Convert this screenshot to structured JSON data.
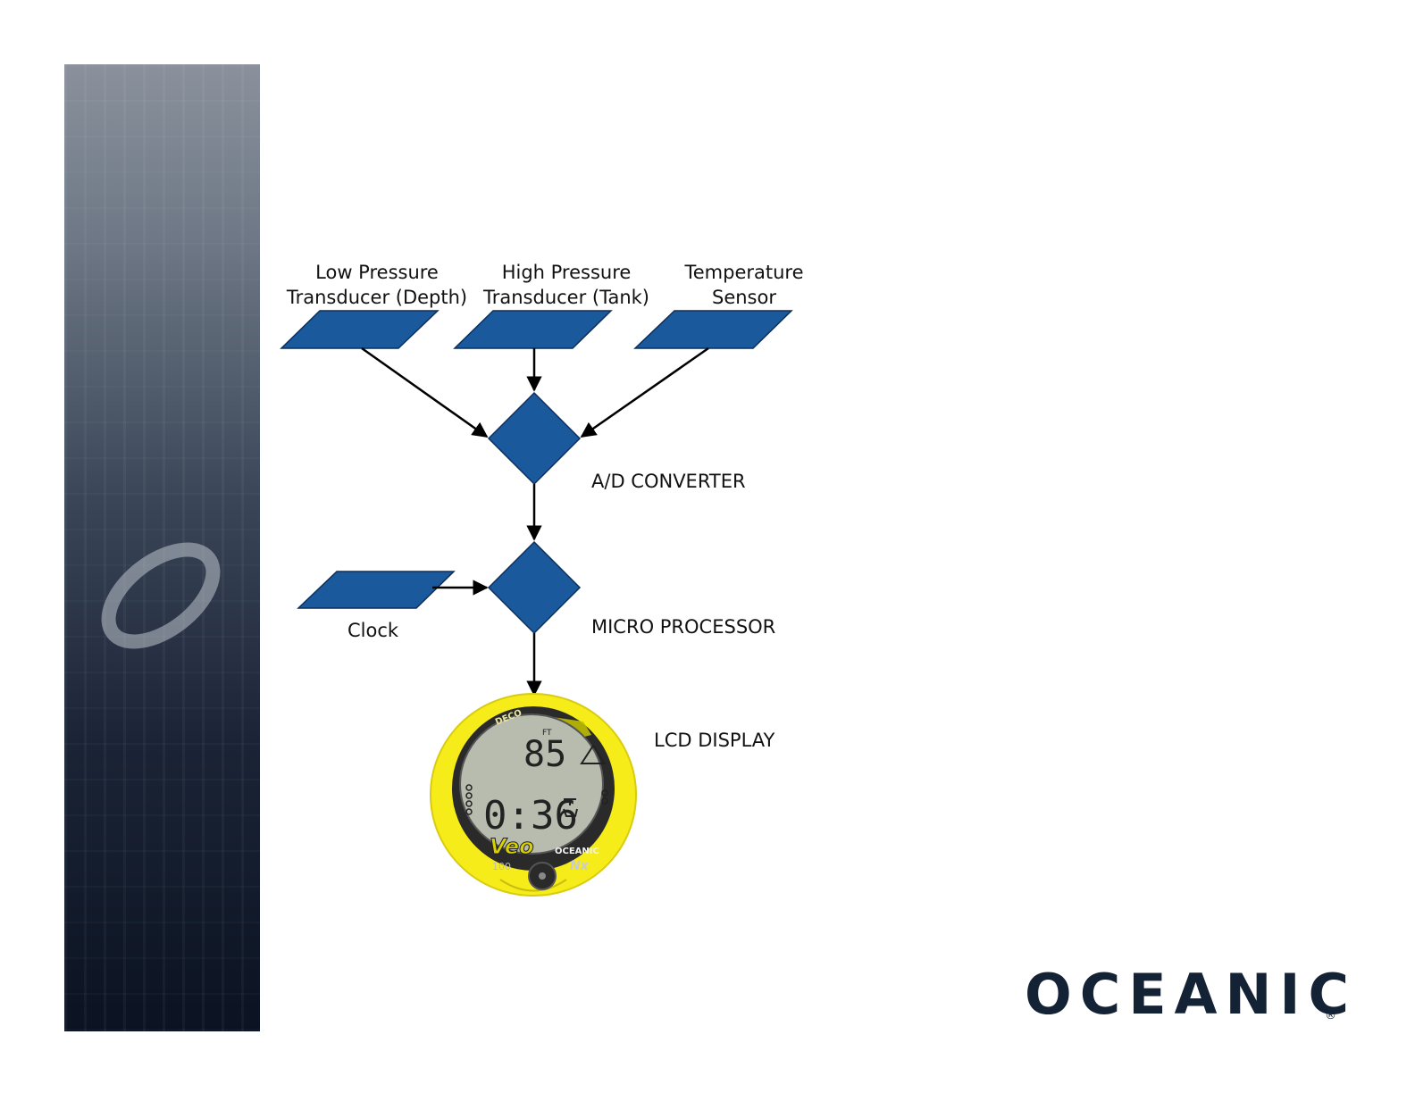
{
  "diagram": {
    "inputs": {
      "low_pressure": [
        "Low Pressure",
        "Transducer (Depth)"
      ],
      "high_pressure": [
        "High Pressure",
        "Transducer (Tank)"
      ],
      "temperature": [
        "Temperature",
        "Sensor"
      ],
      "clock": "Clock"
    },
    "nodes": {
      "ad_converter": "A/D CONVERTER",
      "micro_processor": "MICRO PROCESSOR",
      "lcd_display": "LCD DISPLAY"
    },
    "lcd": {
      "unit": "FT",
      "depth": "85",
      "time": "0:36",
      "deco": "DECO",
      "brand": "OCEANIC",
      "model": "Veo",
      "model_number": "100",
      "variant": "Nx"
    }
  },
  "logo": {
    "text": "OCEANIC",
    "reg": "®"
  },
  "colors": {
    "shape_fill": "#1a5a9c",
    "shape_stroke": "#0c2f5c",
    "bezel": "#f5ec1a",
    "lcd": "#b7bcae",
    "logo": "#142236"
  }
}
